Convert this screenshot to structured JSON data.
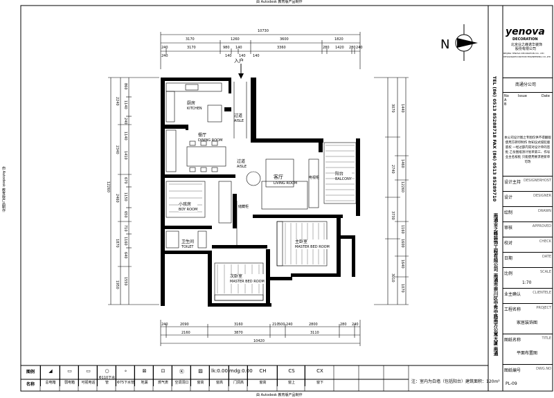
{
  "top_caption": "由 Autodesk 教育版产品制作",
  "bottom_caption": "由 Autodesk 教育版产品制作",
  "title_block": {
    "logo_name": "yenova",
    "logo_sub": "DECORATION",
    "company_cn_small": "北京业之峰诺华装饰",
    "company_cn_small2": "股份有限公司",
    "company_en_small": "BEIJING YENOVA DECORATION CO., LTD",
    "company_en_small2": "DESIGN&DECORATION ENGINEERING CO.,LTD",
    "branch": "南通分公司",
    "rev_no": "No",
    "rev_issue": "Issue",
    "rev_date": "Date",
    "rev_a": "A",
    "rev_b": "B",
    "notice": "本公司设计图之专图仅供不得翻版使用方转印制作 你知议式侵犯版底权 一经过部内常对设计单的签批 乙份图纸须计划单第三、作号业主名核批 只能使用要求更新单可改",
    "rows": [
      {
        "label": "设计主持",
        "value": "DESIGNERHOST"
      },
      {
        "label": "设计",
        "value": "DESIGNER"
      },
      {
        "label": "绘制",
        "value": "DRAWN"
      },
      {
        "label": "审核",
        "value": "APPROVED"
      },
      {
        "label": "校对",
        "value": "CHECK"
      },
      {
        "label": "日期",
        "value": "DATE"
      },
      {
        "label": "比例",
        "value": "SCALE"
      },
      {
        "label": "业主确认",
        "value": "CLIENTELE"
      },
      {
        "label": "工程名称",
        "value": "PROJECT"
      },
      {
        "label": "图纸名称",
        "value": "TITLE"
      },
      {
        "label": "图纸编号",
        "value": "DWG.NO"
      }
    ],
    "scale": "1:70",
    "project_name": "家居装饰图",
    "drawing_title": "平面布置图",
    "drawing_no": "PL-09"
  },
  "side_address": "南通业之峰装饰工程有限公司 南通市崇川区中秀中路南方公寓大厦 南通",
  "side_phone": "TEL (86) 0513 85288718   FAX (86) 0513 85289710",
  "bottom_side_text": "南通业之峰装饰工程有限公司",
  "note": "注：室内为白墙（包括阳台）建筑面积：120m²",
  "legend": {
    "title": "图例",
    "name_header": "名称",
    "items": [
      {
        "sym": "◢",
        "name": "总电箱"
      },
      {
        "sym": "▭",
        "name": "弱电箱"
      },
      {
        "sym": "▭",
        "name": "可视电话"
      },
      {
        "sym": "○",
        "name": "Φ110下水管"
      },
      {
        "sym": "∘",
        "name": "Φ75下水管"
      },
      {
        "sym": "⊠",
        "name": "地漏"
      },
      {
        "sym": "⊡",
        "name": "燃气表"
      },
      {
        "sym": "Ⓚ",
        "name": "空调洞口"
      },
      {
        "sym": "▨",
        "name": "窗高"
      },
      {
        "sym": "lk:0.00",
        "name": "窗高"
      },
      {
        "sym": "mdg:0.00",
        "name": "门洞高"
      },
      {
        "sym": "CH",
        "name": "窗高"
      },
      {
        "sym": "CS",
        "name": "窗上"
      },
      {
        "sym": "CX",
        "name": "窗下"
      }
    ]
  },
  "plan": {
    "entrance": "入户",
    "rooms": [
      {
        "id": "kitchen",
        "cn": "厨房",
        "en": "KITCHEN"
      },
      {
        "id": "corridor1",
        "cn": "过道",
        "en": "AISLE"
      },
      {
        "id": "dining",
        "cn": "餐厅",
        "en": "DINING ROOM"
      },
      {
        "id": "corridor2",
        "cn": "过道",
        "en": "AISLE"
      },
      {
        "id": "living",
        "cn": "客厅",
        "en": "LIVING ROOM"
      },
      {
        "id": "balcony",
        "cn": "阳台",
        "en": "BALCONY"
      },
      {
        "id": "child",
        "cn": "小孩房",
        "en": "BOY ROOM"
      },
      {
        "id": "bath",
        "cn": "卫生间",
        "en": "TOILET"
      },
      {
        "id": "master",
        "cn": "主卧室",
        "en": "MASTER BED ROOM"
      },
      {
        "id": "second",
        "cn": "次卧室",
        "en": "MASTER BED ROOM"
      },
      {
        "id": "cabinet",
        "cn": "电视柜",
        "en": ""
      },
      {
        "id": "storage",
        "cn": "储藏柜",
        "en": ""
      }
    ],
    "dims_top_total": "10730",
    "dims_top_row1": [
      "3170",
      "1260",
      "3600",
      "1820"
    ],
    "dims_top_row2": [
      "240",
      "3170",
      "980",
      "140",
      "3360",
      "280",
      "1420",
      "280",
      "240"
    ],
    "dims_top_small": [
      "240",
      "140",
      "140",
      "140"
    ],
    "dims_bottom_row1": [
      "240",
      "2090",
      "3160",
      "210",
      "500",
      "240",
      "2800",
      "280",
      "240"
    ],
    "dims_bottom_row2": [
      "2160",
      "3870",
      "3110"
    ],
    "dims_bottom_total": "10420",
    "dims_left_total": "12260",
    "dims_left_outer": [
      "2240",
      "2340",
      "2460",
      "1870",
      "1950"
    ],
    "dims_left_inner": [
      "860",
      "1140",
      "240",
      "1140",
      "1410",
      "670",
      "1150",
      "650",
      "710",
      "1160",
      "640",
      "1550"
    ],
    "dims_right_total": "12260",
    "dims_right_outer": [
      "3070",
      "2740",
      "3730",
      "3010"
    ],
    "dims_right_inner": [
      "1440",
      "1460",
      "1160",
      "1600",
      "1640",
      "1070"
    ]
  }
}
